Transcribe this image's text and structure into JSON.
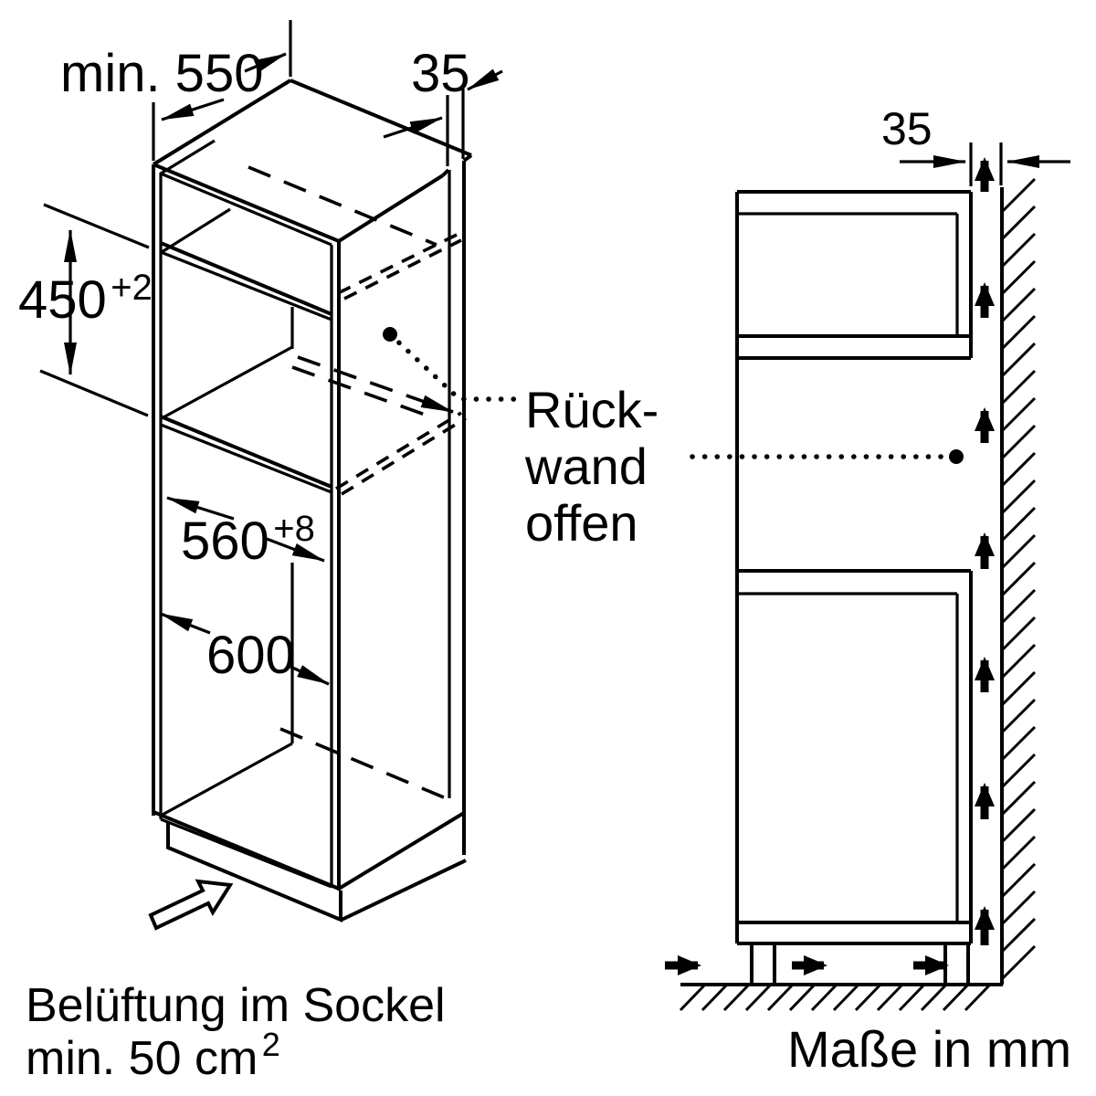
{
  "diagram": {
    "background_color": "#ffffff",
    "line_color": "#000000",
    "isometric_view": {
      "dim_depth": "min. 550",
      "dim_back_panel_gap": "35",
      "dim_niche_height": "450",
      "dim_niche_height_tolerance": "+2",
      "dim_niche_width": "560",
      "dim_niche_width_tolerance": "+8",
      "dim_outer_width": "600",
      "callout_line1": "Rück-",
      "callout_line2": "wand",
      "callout_line3": "offen"
    },
    "side_view": {
      "dim_wall_gap": "35"
    },
    "footer": {
      "vent_note_line1": "Belüftung im Sockel",
      "vent_note_line2": "min. 50 cm",
      "vent_note_superscript": "2",
      "units_note": "Maße in mm"
    }
  }
}
